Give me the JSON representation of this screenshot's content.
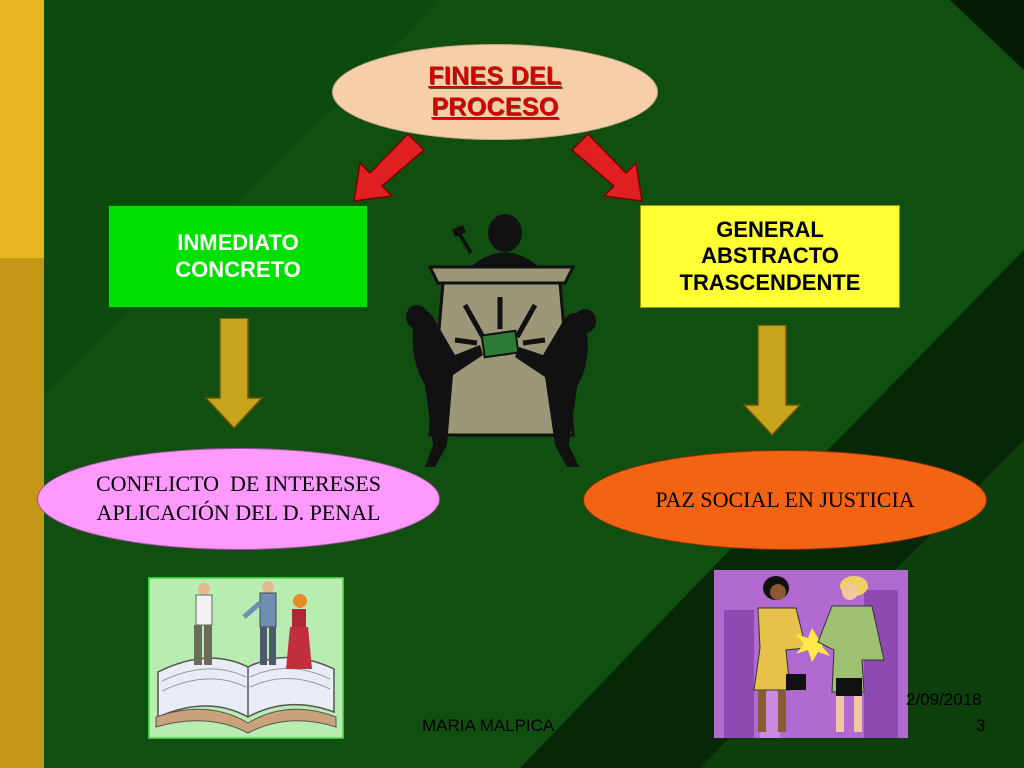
{
  "title": {
    "line1": "FINES DEL ",
    "line2": "PROCESO"
  },
  "left_box": {
    "line1": "INMEDIATO",
    "line2": "CONCRETO"
  },
  "right_box": {
    "line1": "GENERAL",
    "line2": "ABSTRACTO",
    "line3": "TRASCENDENTE"
  },
  "left_result": {
    "line1": "CONFLICTO  DE INTERESES",
    "line2": "APLICACIÓN DEL D. PENAL"
  },
  "right_result": {
    "text": "PAZ SOCIAL EN JUSTICIA"
  },
  "footer": {
    "author": "MARIA MALPICA",
    "date": "2/09/2018",
    "page": "3"
  },
  "colors": {
    "background": "#062806",
    "left_bar": "#d9a81c",
    "title_fill": "#f6cfa8",
    "title_text": "#d40000",
    "red_arrow": "#e02020",
    "left_box": "#00e000",
    "right_box": "#ffff33",
    "gold_arrow": "#c8a41c",
    "left_result_fill": "#ff99ff",
    "right_result_fill": "#f26313"
  },
  "icons": [
    "judge-trial-clipart",
    "people-on-book-clipart",
    "handshake-businesswomen-clipart"
  ]
}
